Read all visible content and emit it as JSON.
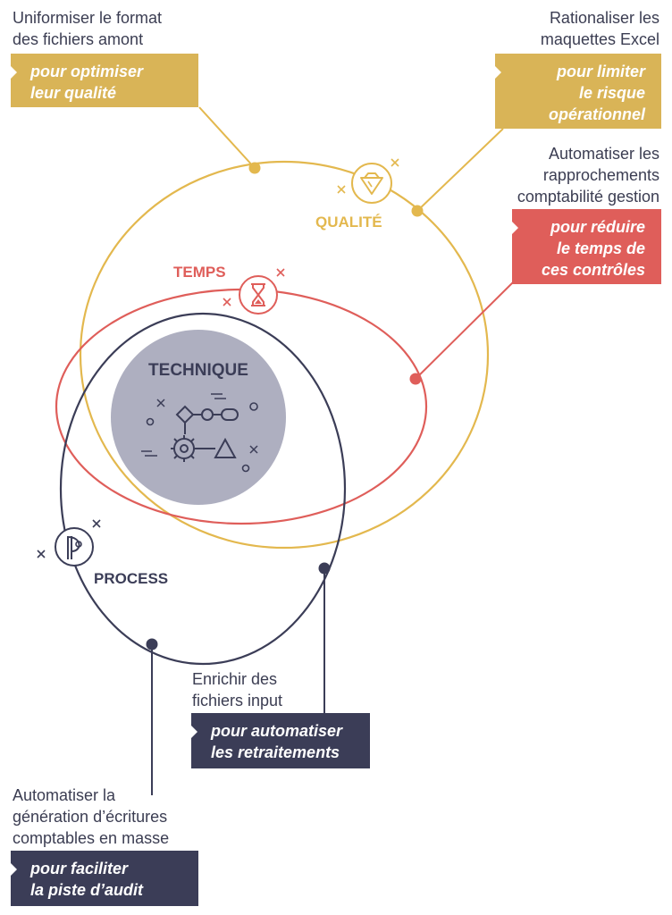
{
  "rings": {
    "qualite": {
      "label": "QUALITÉ",
      "color": "#e3b84e"
    },
    "temps": {
      "label": "TEMPS",
      "color": "#df5e5a"
    },
    "process": {
      "label": "PROCESS",
      "color": "#3b3d57"
    },
    "technique": {
      "label": "TECHNIQUE",
      "color": "#aeafc0"
    }
  },
  "callouts": {
    "format": {
      "heading_1": "Uniformiser le format",
      "heading_2": "des fichiers amont",
      "tag_1": "pour optimiser",
      "tag_2": "leur qualité"
    },
    "maquettes": {
      "heading_1": "Rationaliser les",
      "heading_2": "maquettes Excel",
      "tag_1": "pour limiter",
      "tag_2": "le risque",
      "tag_3": "opérationnel"
    },
    "rapprochements": {
      "heading_1": "Automatiser les",
      "heading_2": "rapprochements",
      "heading_3": "comptabilité gestion",
      "tag_1": "pour réduire",
      "tag_2": "le temps de",
      "tag_3": "ces contrôles"
    },
    "input": {
      "heading_1": "Enrichir des",
      "heading_2": "fichiers input",
      "tag_1": "pour automatiser",
      "tag_2": "les retraitements"
    },
    "ecritures": {
      "heading_1": "Automatiser la",
      "heading_2": "génération d’écritures",
      "heading_3": "comptables en masse",
      "tag_1": "pour faciliter",
      "tag_2": "la piste d’audit"
    }
  },
  "icons": [
    "diamond-icon",
    "hourglass-icon",
    "process-icon",
    "flowchart-icon",
    "gear-icon",
    "sparkle-icon"
  ]
}
